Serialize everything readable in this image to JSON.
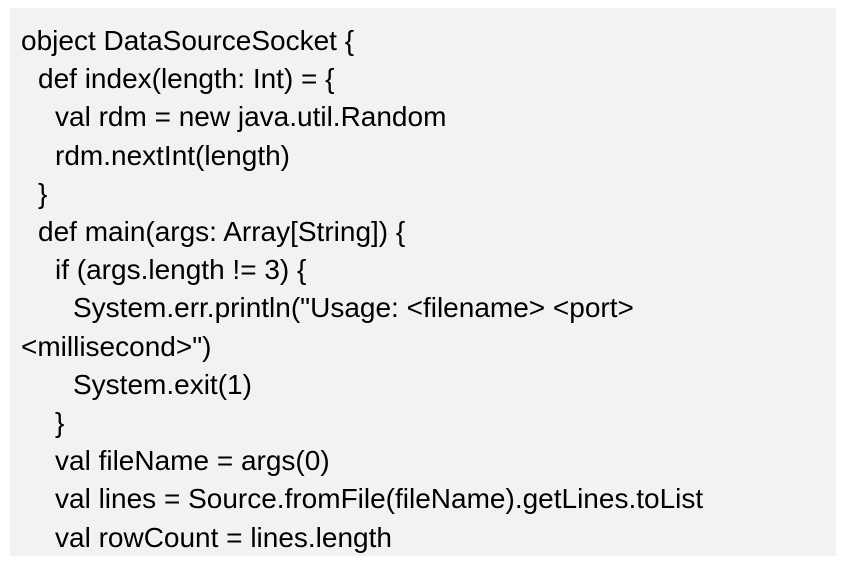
{
  "code": {
    "lines": [
      "object DataSourceSocket {",
      "def index(length: Int) = {",
      "val rdm = new java.util.Random",
      "rdm.nextInt(length)",
      "}",
      "def main(args: Array[String]) {",
      "if (args.length != 3) {",
      "System.err.println(\"Usage: <filename> <port>",
      "<millisecond>\")",
      "System.exit(1)",
      "}",
      "val fileName = args(0)",
      "val lines = Source.fromFile(fileName).getLines.toList",
      "val rowCount = lines.length"
    ]
  }
}
